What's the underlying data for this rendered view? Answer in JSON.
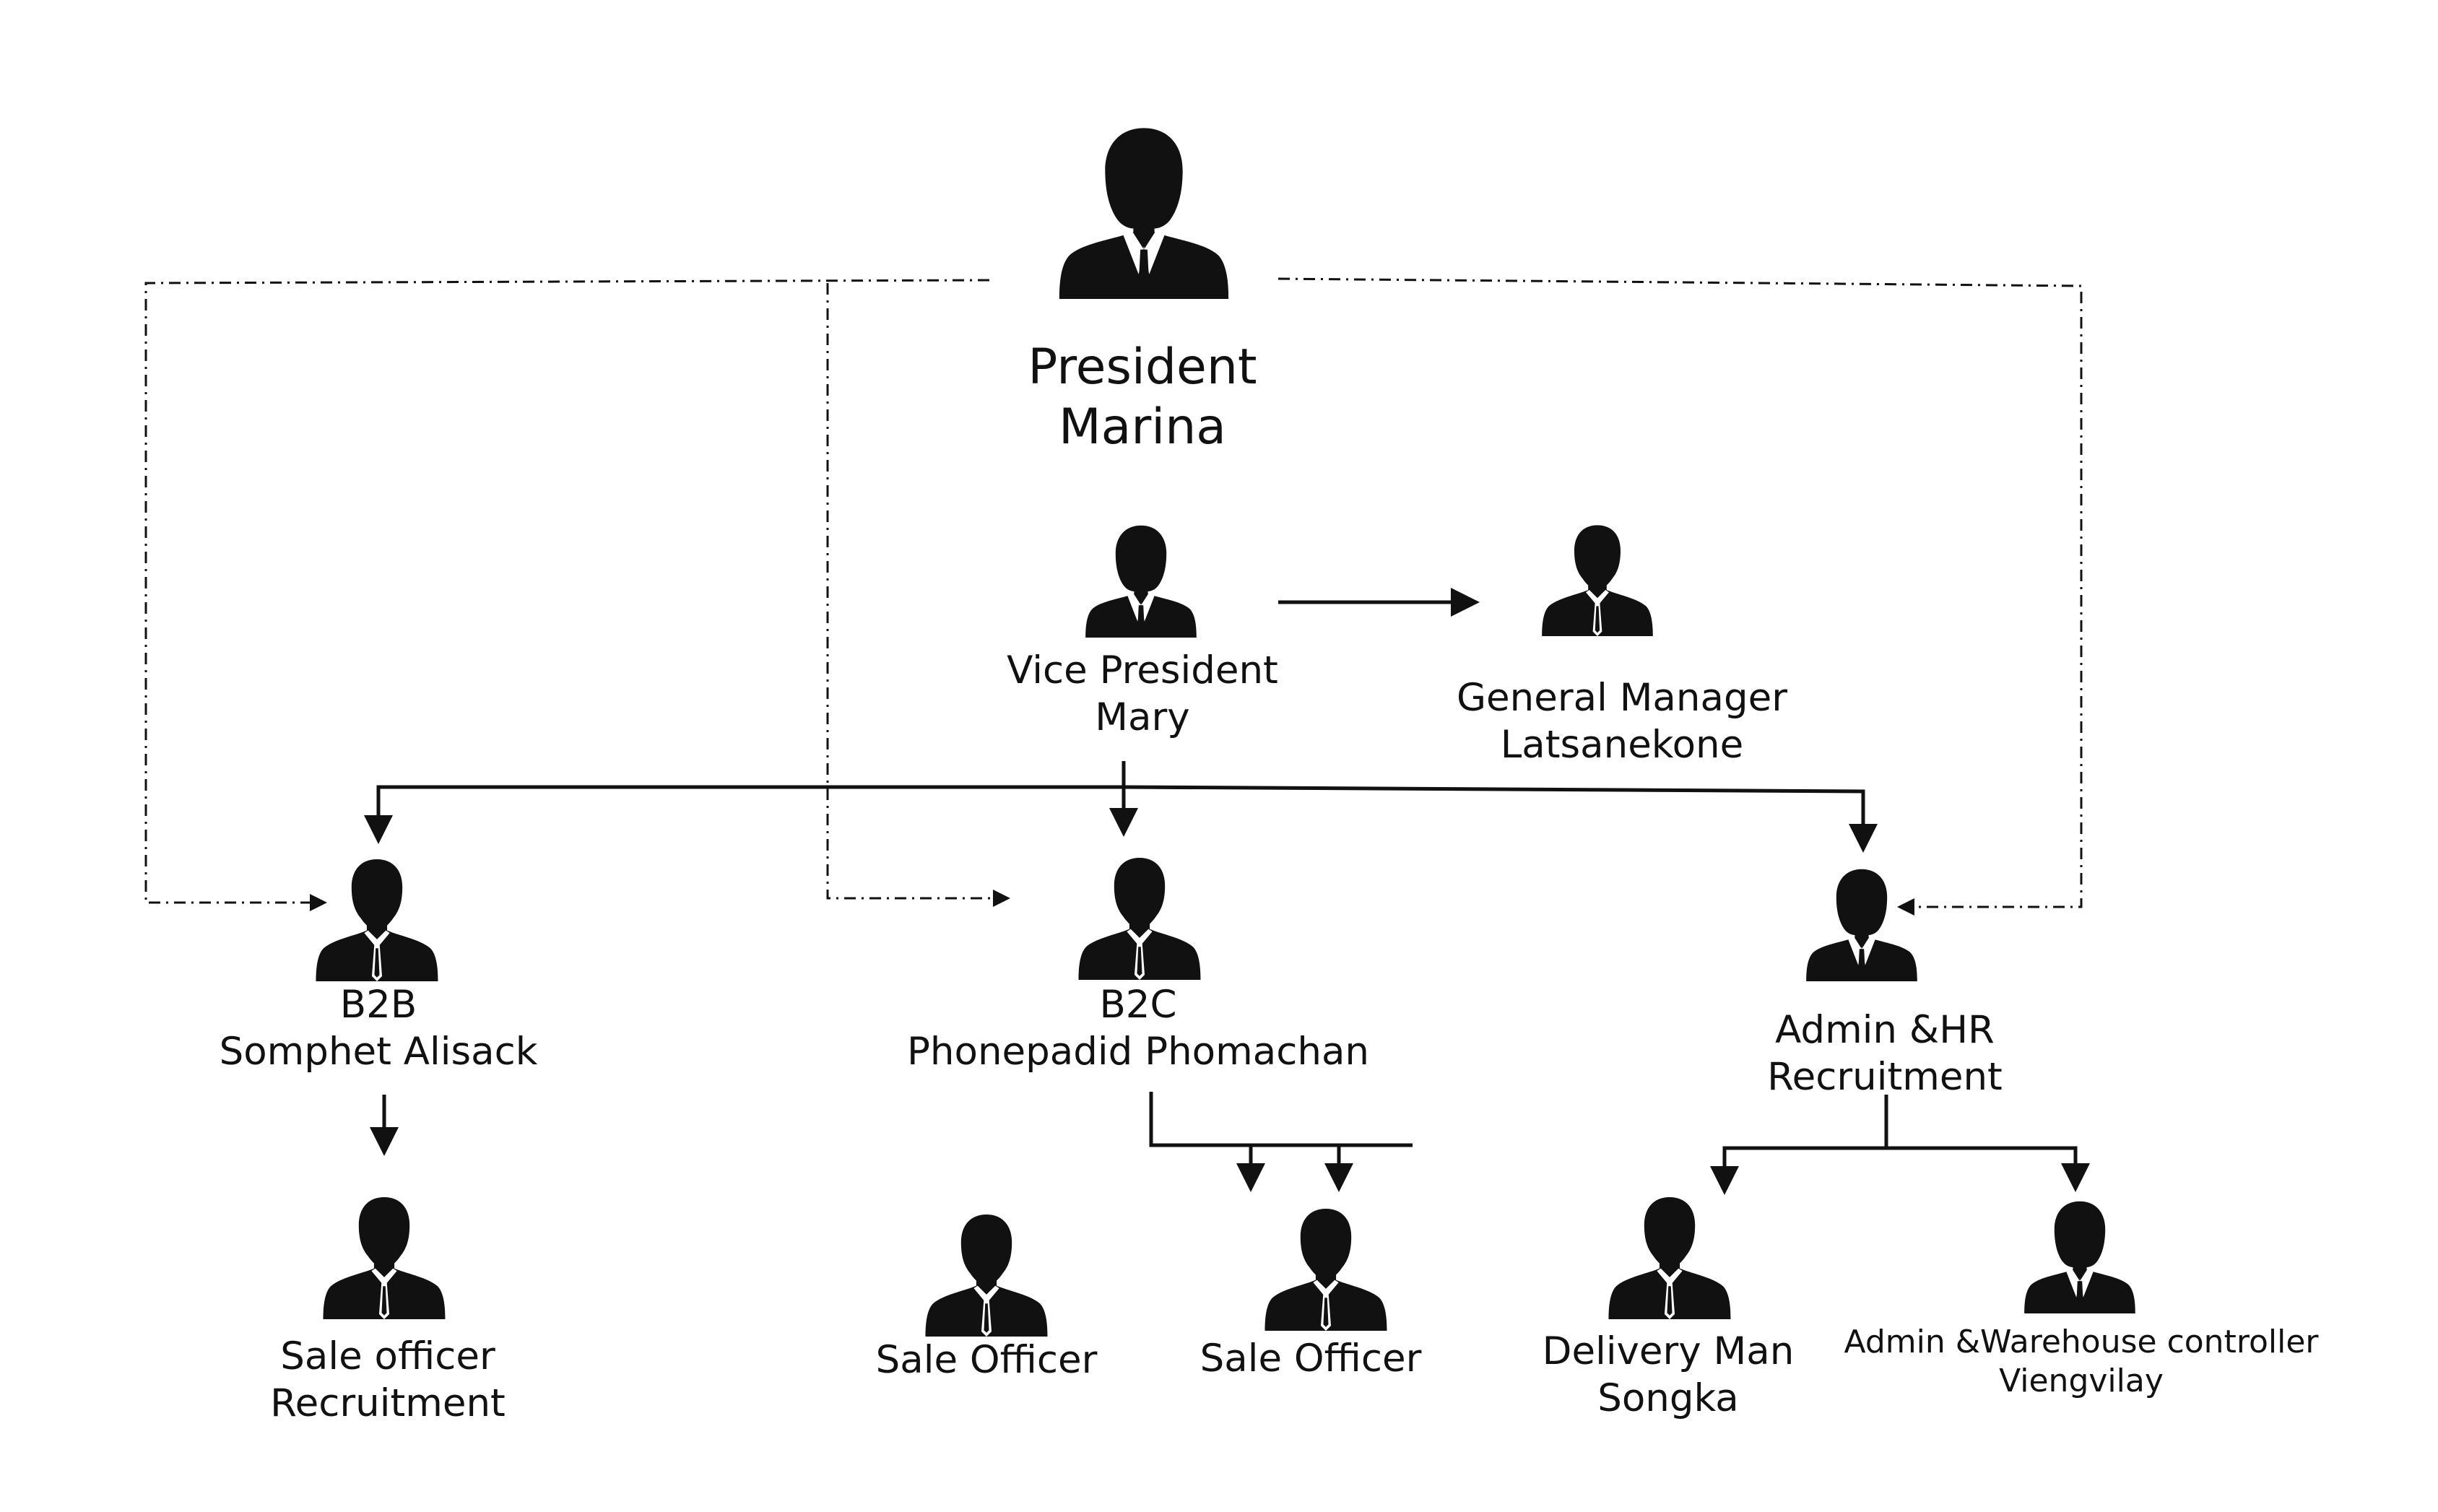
{
  "colors": {
    "ink": "#111111",
    "background": "#ffffff"
  },
  "nodes": [
    {
      "id": "president",
      "icon": "businesswoman-silhouette-icon",
      "lines": [
        "President",
        "Marina"
      ]
    },
    {
      "id": "vice-president",
      "icon": "businesswoman-silhouette-icon",
      "lines": [
        "Vice President",
        "Mary"
      ]
    },
    {
      "id": "general-manager",
      "icon": "businessman-silhouette-icon",
      "lines": [
        "General Manager",
        "Latsanekone"
      ]
    },
    {
      "id": "b2b",
      "icon": "businessman-silhouette-icon",
      "lines": [
        "B2B",
        "Somphet Alisack"
      ]
    },
    {
      "id": "b2c",
      "icon": "businessman-silhouette-icon",
      "lines": [
        "B2C",
        "Phonepadid Phomachan"
      ]
    },
    {
      "id": "admin-hr",
      "icon": "businesswoman-silhouette-icon",
      "lines": [
        "Admin &HR",
        "Recruitment"
      ]
    },
    {
      "id": "b2b-sale-officer",
      "icon": "businessman-silhouette-icon",
      "lines": [
        "Sale officer",
        "Recruitment"
      ]
    },
    {
      "id": "b2c-sale-officer-1",
      "icon": "businessman-silhouette-icon",
      "lines": [
        "Sale Officer"
      ]
    },
    {
      "id": "b2c-sale-officer-2",
      "icon": "businessman-silhouette-icon",
      "lines": [
        "Sale Officer"
      ]
    },
    {
      "id": "delivery-man",
      "icon": "businessman-silhouette-icon",
      "lines": [
        "Delivery Man",
        "Songka"
      ]
    },
    {
      "id": "admin-warehouse",
      "icon": "businesswoman-silhouette-icon",
      "lines": [
        "Admin &Warehouse controller",
        "Viengvilay"
      ]
    }
  ],
  "edges": [
    {
      "from": "vice-president",
      "to": "general-manager",
      "style": "solid"
    },
    {
      "from": "vice-president",
      "to": "b2b",
      "style": "solid"
    },
    {
      "from": "vice-president",
      "to": "b2c",
      "style": "solid"
    },
    {
      "from": "vice-president",
      "to": "admin-hr",
      "style": "solid"
    },
    {
      "from": "b2b",
      "to": "b2b-sale-officer",
      "style": "solid"
    },
    {
      "from": "b2c",
      "to": "b2c-sale-officer-1",
      "style": "solid"
    },
    {
      "from": "b2c",
      "to": "b2c-sale-officer-2",
      "style": "solid"
    },
    {
      "from": "admin-hr",
      "to": "delivery-man",
      "style": "solid"
    },
    {
      "from": "admin-hr",
      "to": "admin-warehouse",
      "style": "solid"
    },
    {
      "from": "president",
      "to": "b2b",
      "style": "dash-dot"
    },
    {
      "from": "president",
      "to": "b2c",
      "style": "dash-dot"
    },
    {
      "from": "president",
      "to": "admin-hr",
      "style": "dash-dot"
    }
  ]
}
